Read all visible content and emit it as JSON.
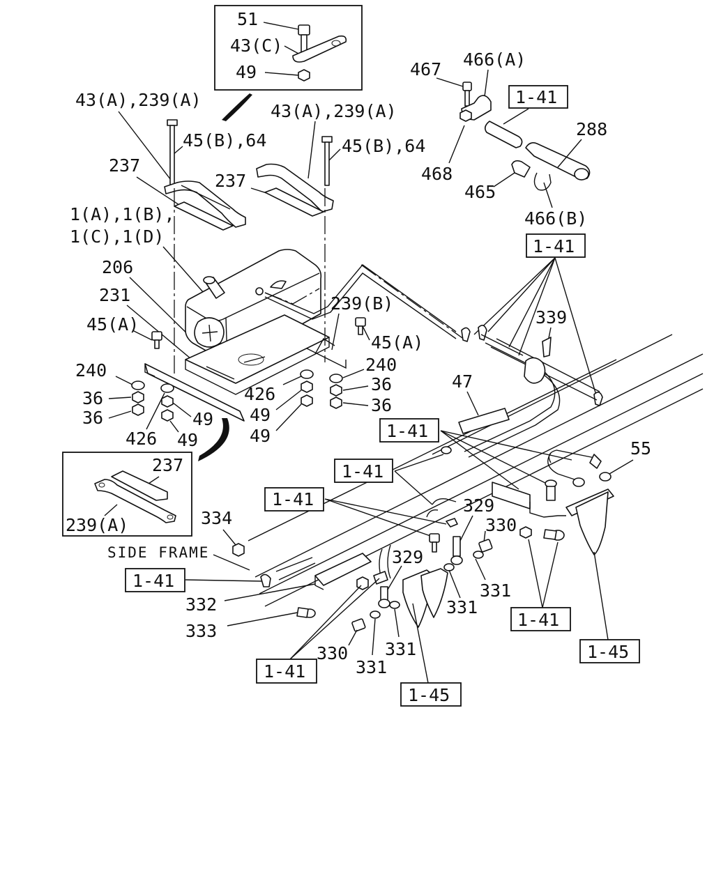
{
  "labels": {
    "l51": "51",
    "l43c": "43(C)",
    "l49_top": "49",
    "l43a_left": "43(A),239(A)",
    "l43a_right": "43(A),239(A)",
    "l45b_left": "45(B),64",
    "l45b_right": "45(B),64",
    "l237_left": "237",
    "l237_right": "237",
    "l1abcd_1": "1(A),1(B),",
    "l1abcd_2": "1(C),1(D)",
    "l206": "206",
    "l231": "231",
    "l45a_left": "45(A)",
    "l239b": "239(B)",
    "l45a_right": "45(A)",
    "l240_left": "240",
    "l240_right": "240",
    "l36_a": "36",
    "l36_b": "36",
    "l36_c": "36",
    "l36_d": "36",
    "l426_a": "426",
    "l426_b": "426",
    "l49_a": "49",
    "l49_b": "49",
    "l49_c": "49",
    "l49_d": "49",
    "l237_inset": "237",
    "l239a_inset": "239(A)",
    "l467": "467",
    "l466a": "466(A)",
    "l468": "468",
    "l465": "465",
    "l288": "288",
    "l466b": "466(B)",
    "l339": "339",
    "l47": "47",
    "l55": "55",
    "l334": "334",
    "l329_a": "329",
    "l329_b": "329",
    "l330_a": "330",
    "l330_b": "330",
    "l331_a": "331",
    "l331_b": "331",
    "l331_c": "331",
    "l331_d": "331",
    "l332": "332",
    "l333": "333",
    "side_frame": "SIDE FRAME"
  },
  "refs": {
    "r1": "1-41",
    "r2": "1-41",
    "r3": "1-41",
    "r4": "1-41",
    "r5": "1-41",
    "r6": "1-41",
    "r7": "1-41",
    "r8": "1-41",
    "r9": "1-45",
    "r10": "1-45"
  }
}
